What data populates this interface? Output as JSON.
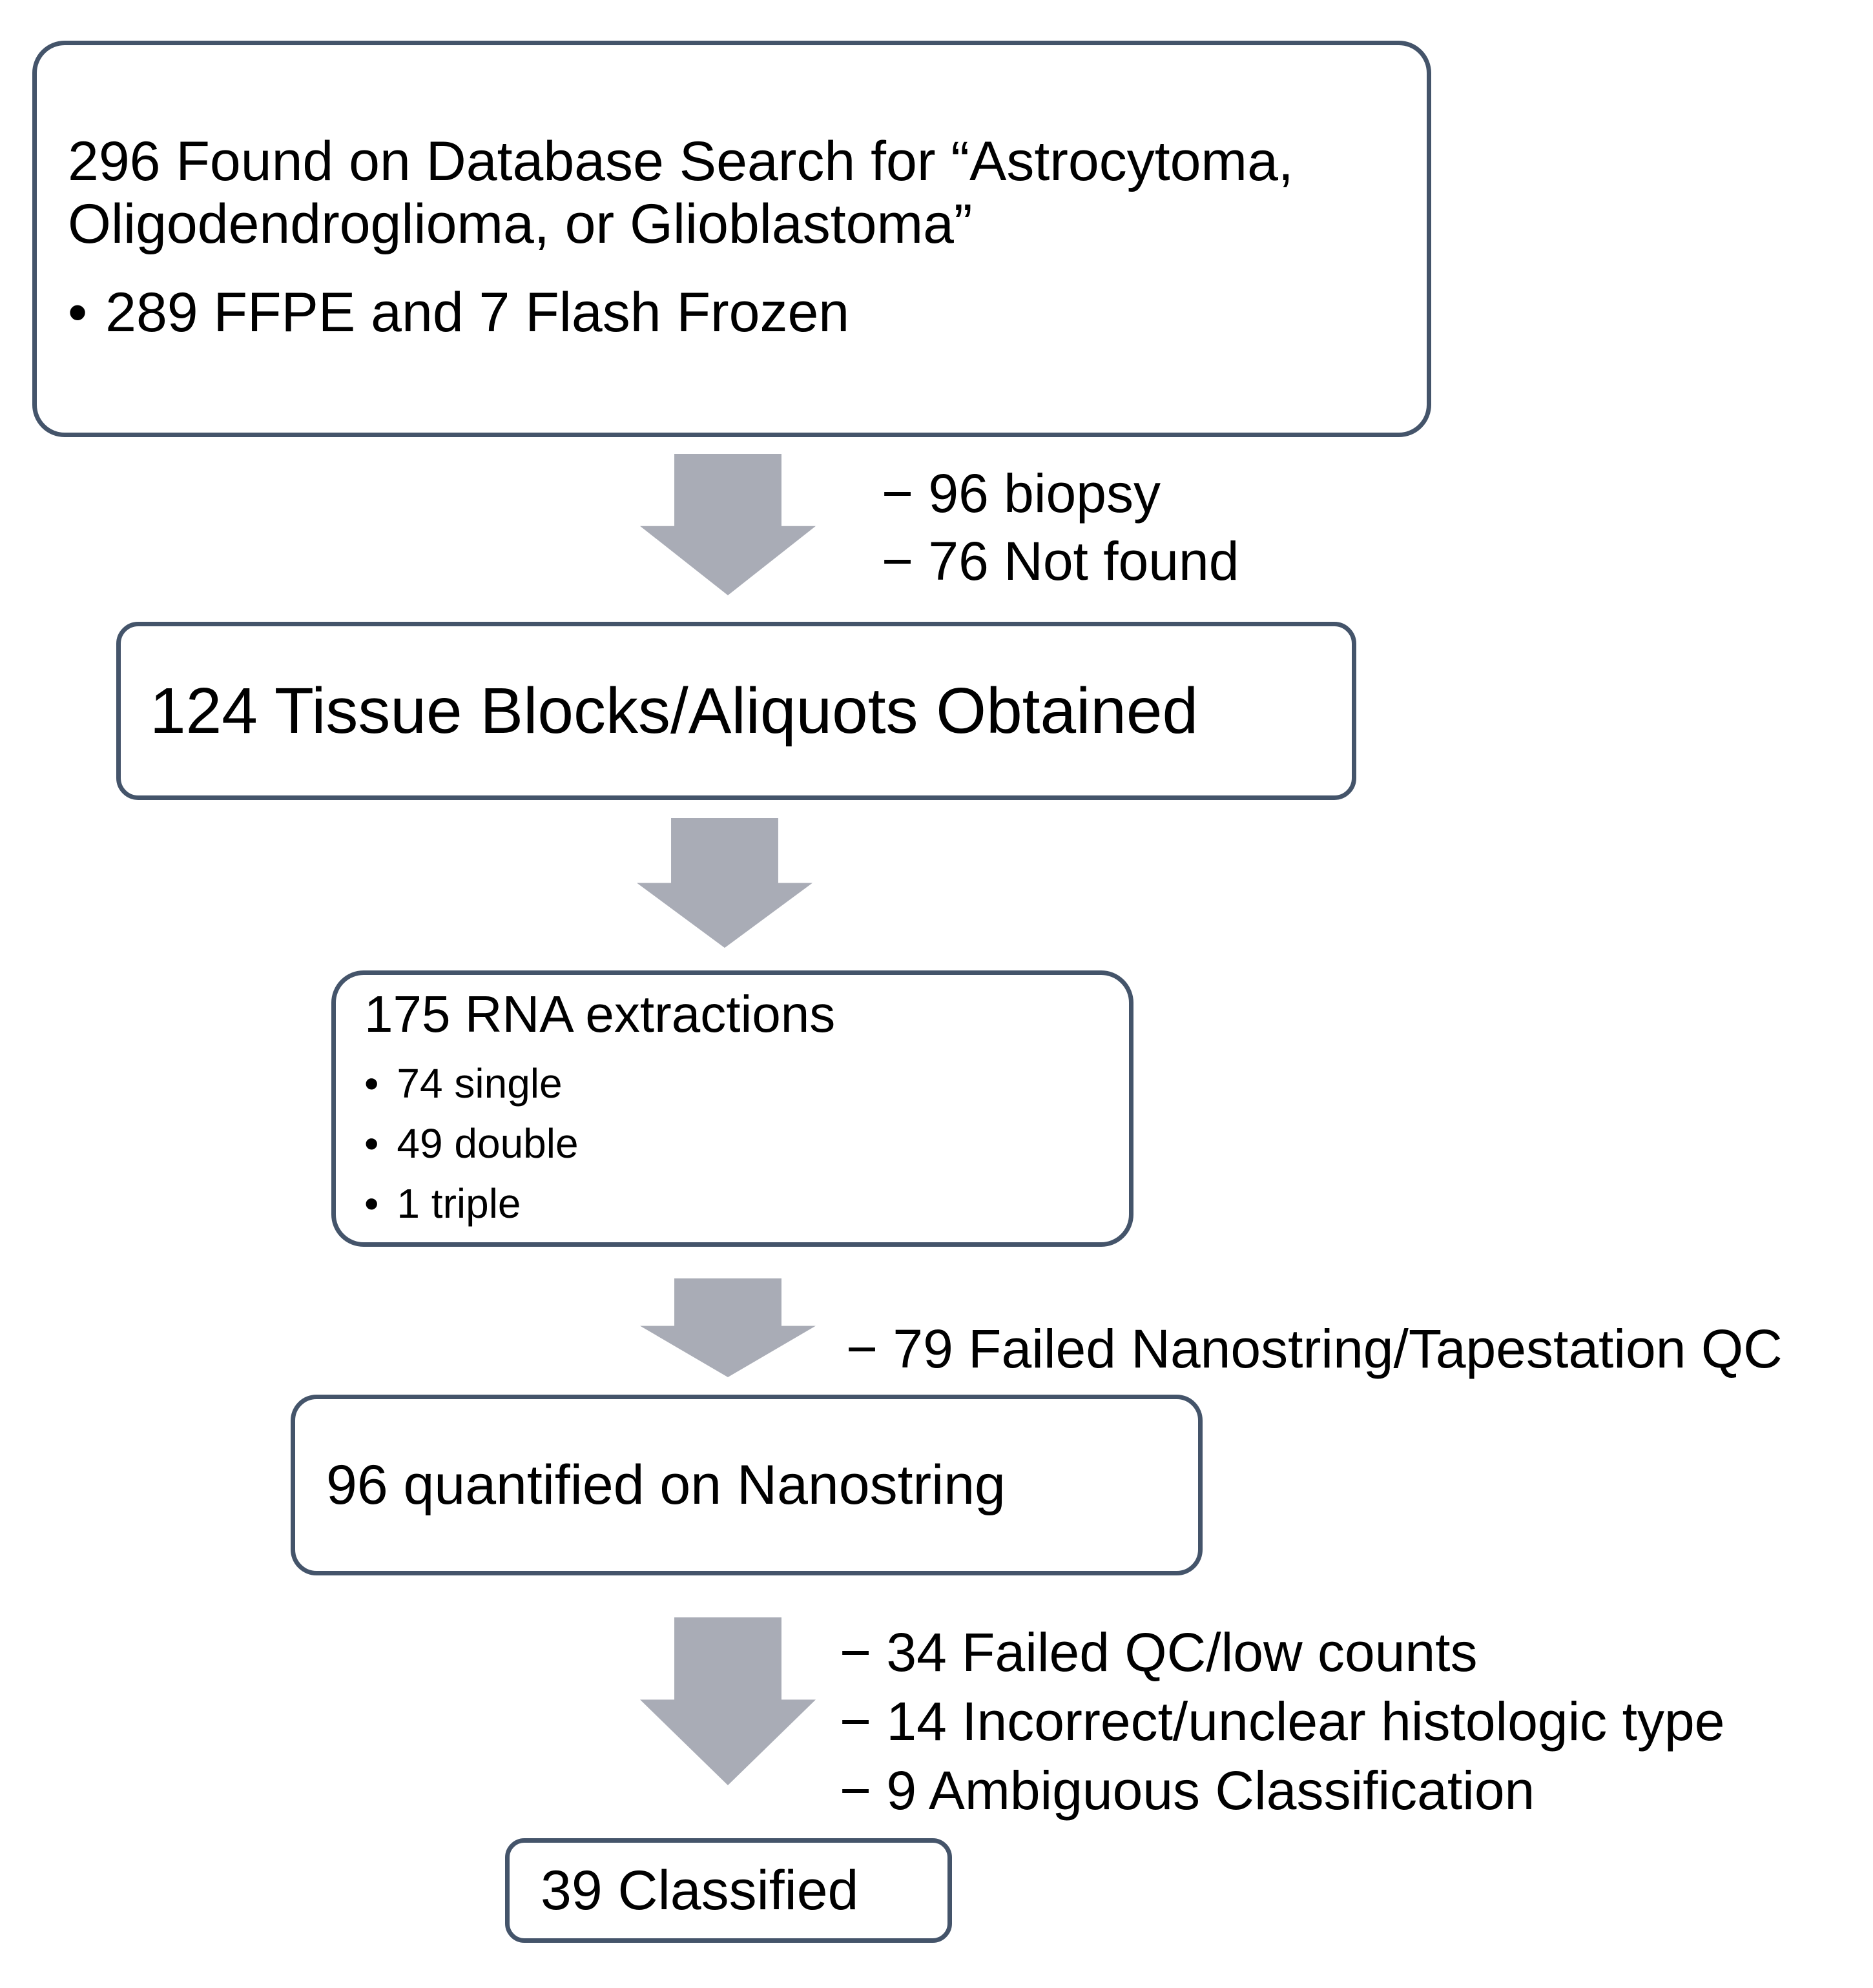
{
  "figure": {
    "type": "flow-diagram",
    "background": "#FFFFFF"
  },
  "colors": {
    "box_border": "#44546A",
    "arrow_fill": "#A9ACB6",
    "text": "#000000"
  },
  "bullet_char": "•",
  "nodes": [
    {
      "name": "database-search",
      "title_lines": [
        "296 Found on Database Search for “Astrocytoma,",
        "Oligodendroglioma, or Glioblastoma”"
      ],
      "bullets": [
        "289 FFPE and 7 Flash Frozen"
      ]
    },
    {
      "name": "tissue-blocks",
      "title_lines": [
        "124 Tissue Blocks/Aliquots Obtained"
      ],
      "bullets": []
    },
    {
      "name": "rna-extractions",
      "title_lines": [
        "175 RNA extractions"
      ],
      "bullets": [
        "74 single",
        "49 double",
        "1 triple"
      ]
    },
    {
      "name": "nanostring",
      "title_lines": [
        "96 quantified on Nanostring"
      ],
      "bullets": []
    },
    {
      "name": "classified",
      "title_lines": [
        "39 Classified"
      ],
      "bullets": []
    }
  ],
  "exclusions": [
    {
      "lines": [
        "− 96 biopsy",
        "− 76 Not found"
      ]
    },
    {
      "lines": [
        "− 79 Failed Nanostring/Tapestation QC"
      ]
    },
    {
      "lines": [
        "− 34 Failed QC/low counts",
        "− 14 Incorrect/unclear histologic type",
        "− 9 Ambiguous Classification"
      ]
    }
  ]
}
